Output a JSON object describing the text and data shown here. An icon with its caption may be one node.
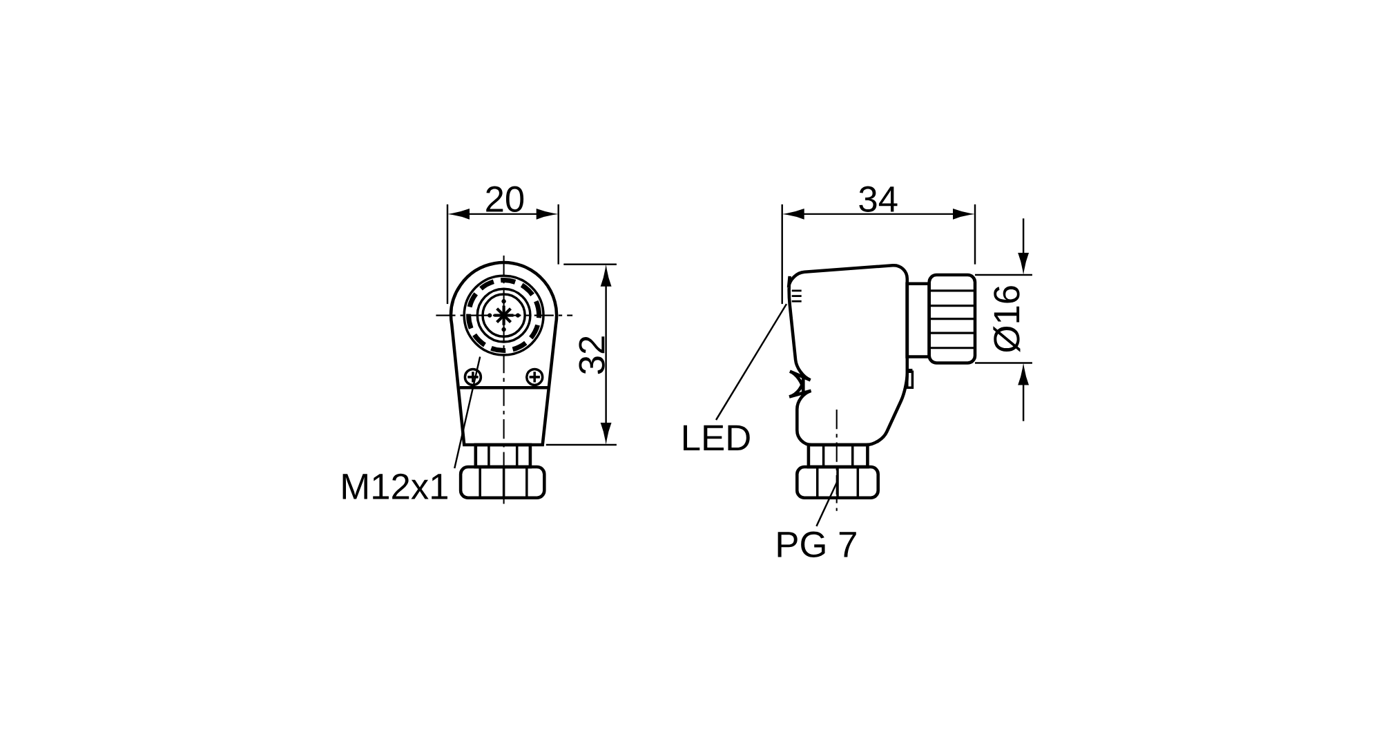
{
  "diagram": {
    "nodes": [
      {
        "text": [
          "M12x1"
        ]
      },
      {
        "text": [
          "LED"
        ]
      },
      {
        "text": [
          "PG 7"
        ]
      }
    ],
    "edges": [
      {
        "from": 0,
        "to": null,
        "arrow": "none"
      },
      {
        "from": 1,
        "to": null,
        "arrow": "none"
      },
      {
        "from": 2,
        "to": null,
        "arrow": "none"
      }
    ],
    "labels": [
      "20",
      "32",
      "34",
      "Ø16"
    ]
  }
}
